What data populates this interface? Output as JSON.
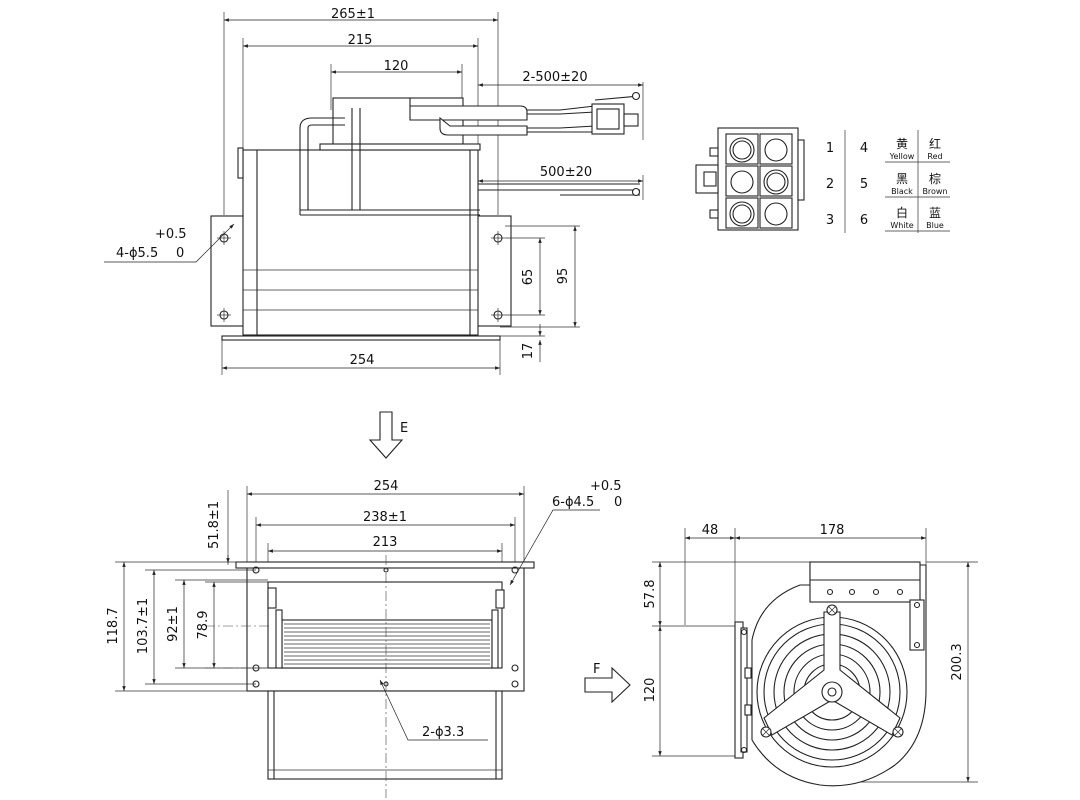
{
  "top_view": {
    "dim_265": "265±1",
    "dim_215": "215",
    "dim_120": "120",
    "dim_lead_long": "2-500±20",
    "dim_lead_short": "500±20",
    "hole_tol": "+0.5",
    "hole_spec": "4-ϕ5.5",
    "hole_tol_zero": "0",
    "dim_65": "65",
    "dim_95": "95",
    "dim_17": "17",
    "dim_254": "254"
  },
  "connector": {
    "rows": [
      {
        "left_pin": "1",
        "right_pin": "4",
        "left_cn": "黄",
        "left_en": "Yellow",
        "right_cn": "红",
        "right_en": "Red"
      },
      {
        "left_pin": "2",
        "right_pin": "5",
        "left_cn": "黑",
        "left_en": "Black",
        "right_cn": "棕",
        "right_en": "Brown"
      },
      {
        "left_pin": "3",
        "right_pin": "6",
        "left_cn": "白",
        "left_en": "White",
        "right_cn": "蓝",
        "right_en": "Blue"
      }
    ]
  },
  "view_arrows": {
    "e_label": "E",
    "f_label": "F"
  },
  "front_view": {
    "dim_254": "254",
    "dim_238": "238±1",
    "dim_213": "213",
    "hole_tol": "+0.5",
    "hole_spec": "6-ϕ4.5",
    "hole_tol_zero": "0",
    "dim_51_8": "51.8±1",
    "dim_118_7": "118.7",
    "dim_103_7": "103.7±1",
    "dim_92": "92±1",
    "dim_78_9": "78.9",
    "hole_small": "2-ϕ3.3"
  },
  "side_view": {
    "dim_48": "48",
    "dim_178": "178",
    "dim_57_8": "57.8",
    "dim_120": "120",
    "dim_200_3": "200.3"
  }
}
